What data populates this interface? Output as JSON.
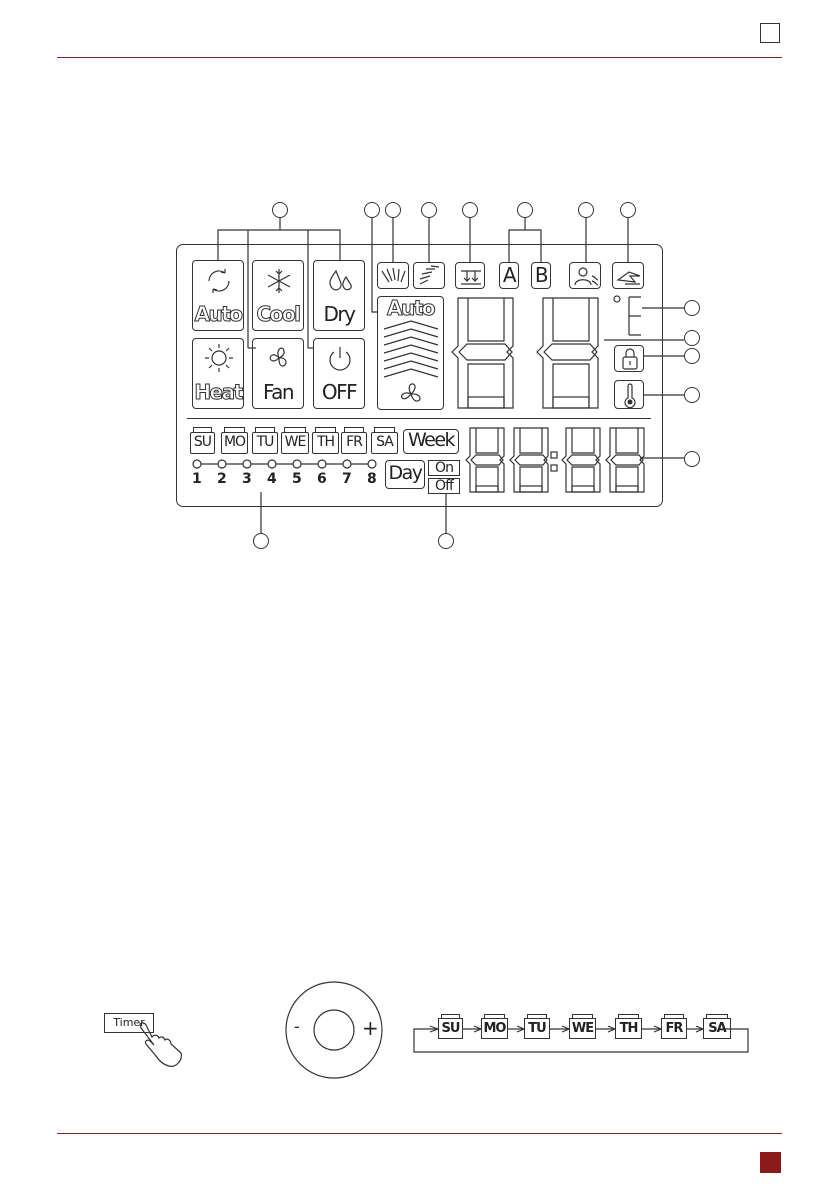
{
  "lcd": {
    "modes": [
      {
        "label": "Auto",
        "icon": "recycle-arrows-icon"
      },
      {
        "label": "Cool",
        "icon": "snowflake-icon"
      },
      {
        "label": "Dry",
        "icon": "water-drops-icon"
      },
      {
        "label": "Heat",
        "icon": "sun-icon"
      },
      {
        "label": "Fan",
        "icon": "fan-icon"
      },
      {
        "label": "OFF",
        "icon": "power-icon"
      }
    ],
    "fan_speed_label": "Auto",
    "zone_a": "A",
    "zone_b": "B",
    "days": [
      "SU",
      "MO",
      "TU",
      "WE",
      "TH",
      "FR",
      "SA"
    ],
    "week_label": "Week",
    "day_label": "Day",
    "on_label": "On",
    "off_label": "Off",
    "slots": [
      "1",
      "2",
      "3",
      "4",
      "5",
      "6",
      "7",
      "8"
    ]
  },
  "bottom": {
    "timer_label": "Timer",
    "minus": "-",
    "plus": "+",
    "sequence": [
      "SU",
      "MO",
      "TU",
      "WE",
      "TH",
      "FR",
      "SA"
    ]
  },
  "colors": {
    "accent": "#8b2020",
    "line": "#333333"
  }
}
